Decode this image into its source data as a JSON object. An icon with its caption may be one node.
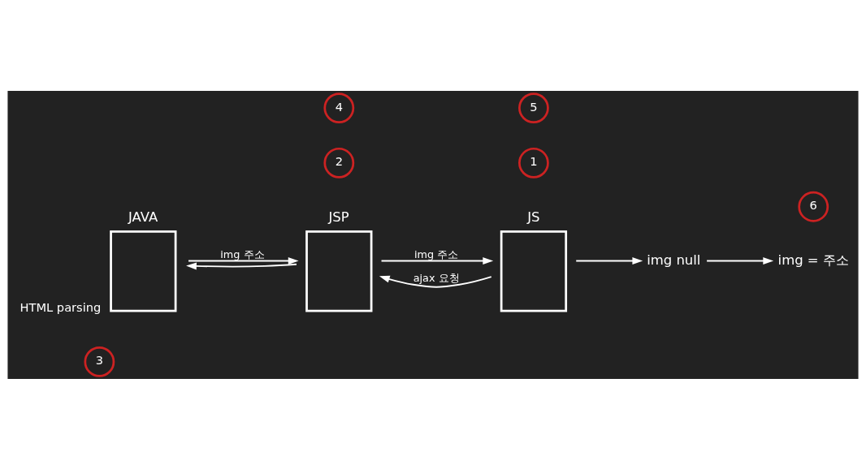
{
  "diagram": {
    "nodes": [
      {
        "text": [
          "3"
        ]
      },
      {
        "text": [
          "JAVA"
        ],
        "beside": [
          "HTML parsing"
        ]
      },
      {
        "text": [
          "2"
        ]
      },
      {
        "text": [
          "JSP"
        ]
      },
      {
        "text": [
          "1"
        ]
      },
      {
        "text": [
          "JS"
        ]
      },
      {
        "text": [
          "4"
        ]
      },
      {
        "text": [
          "5"
        ]
      },
      {
        "text": [
          "img null"
        ]
      },
      {
        "text": [
          "6"
        ]
      },
      {
        "text": [
          "img = 주소"
        ]
      }
    ],
    "edges": [
      {
        "from": 3,
        "to": 1,
        "arrow": "to"
      },
      {
        "from": 1,
        "to": 3,
        "arrow": "to",
        "label": "img 주소"
      },
      {
        "from": 5,
        "to": 3,
        "arrow": "to",
        "label": "ajax 요청"
      },
      {
        "from": 3,
        "to": 5,
        "arrow": "to",
        "label": "img 주소"
      },
      {
        "from": 5,
        "to": 8,
        "arrow": "to"
      },
      {
        "from": 8,
        "to": 10,
        "arrow": "to"
      }
    ]
  }
}
